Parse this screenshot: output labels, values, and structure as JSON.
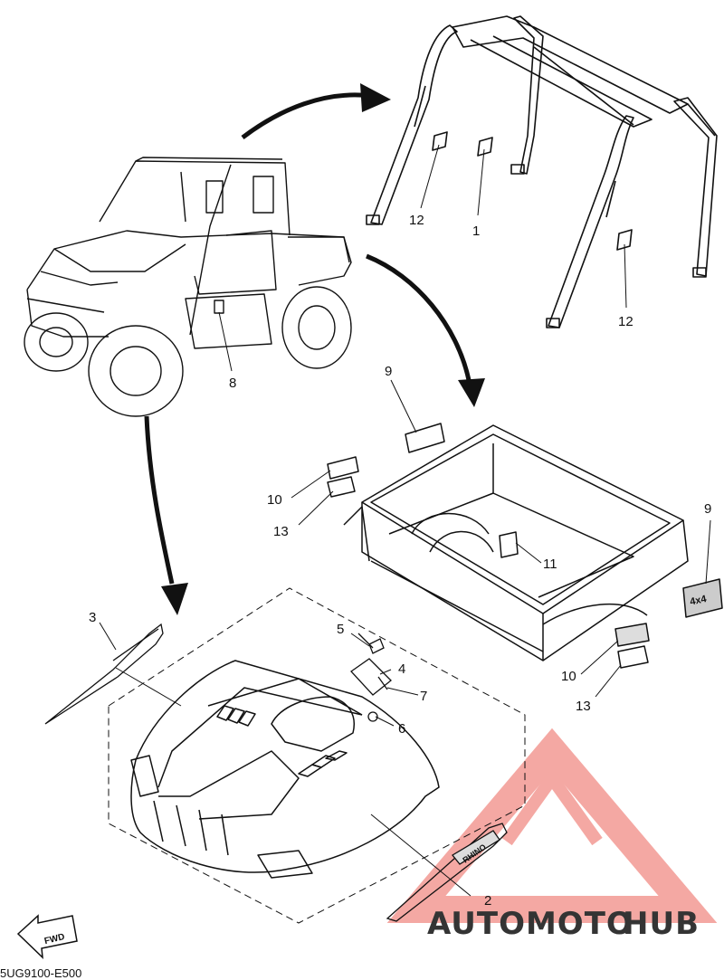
{
  "callouts": {
    "c1": "1",
    "c2": "2",
    "c3": "3",
    "c4": "4",
    "c5": "5",
    "c6": "6",
    "c7": "7",
    "c8": "8",
    "c9_top": "9",
    "c9_right": "9",
    "c10_left": "10",
    "c10_right": "10",
    "c11": "11",
    "c12_left": "12",
    "c12_right": "12",
    "c13_left": "13",
    "c13_right": "13"
  },
  "fwd_label": "FWD",
  "diagram_code": "5UG9100-E500",
  "watermark": {
    "part1": "AUTOMOTO",
    "part2": "HUB",
    "color_primary": "#f5a09a",
    "color_secondary": "#9a9a9a"
  },
  "decal_labels": {
    "rhino": "RHINO",
    "four_by_four": "4x4"
  }
}
